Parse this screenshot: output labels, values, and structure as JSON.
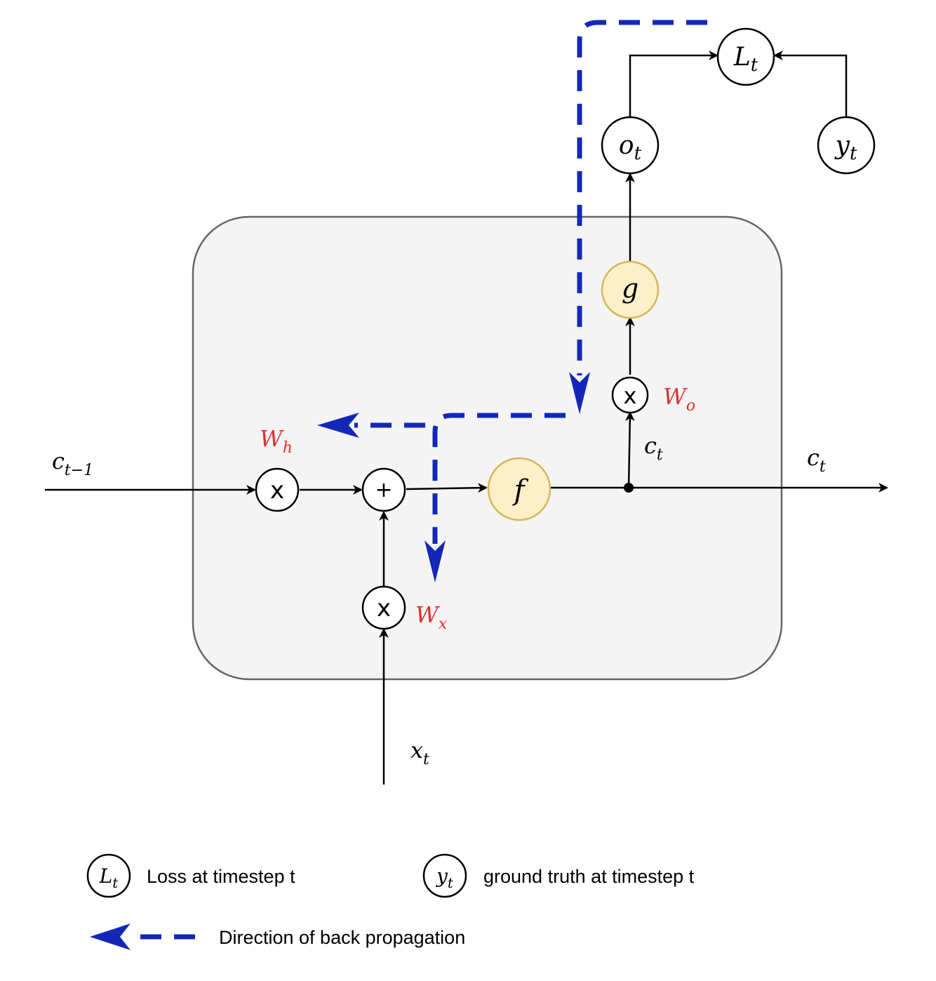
{
  "diagram": {
    "nodes": {
      "loss": {
        "base": "L",
        "sub": "t"
      },
      "output": {
        "base": "o",
        "sub": "t"
      },
      "truth": {
        "base": "y",
        "sub": "t"
      },
      "g": {
        "label": "g"
      },
      "f": {
        "label": "f"
      },
      "mult_h": {
        "label": "x"
      },
      "add": {
        "label": "+"
      },
      "mult_x": {
        "label": "x"
      },
      "mult_o": {
        "label": "x"
      }
    },
    "labels": {
      "c_prev": {
        "base": "c",
        "sub": "t−1"
      },
      "c_t_out": {
        "base": "c",
        "sub": "t"
      },
      "c_t_branch": {
        "base": "c",
        "sub": "t"
      },
      "x_t": {
        "base": "x",
        "sub": "t"
      },
      "W_h": {
        "base": "W",
        "sub": "h"
      },
      "W_x": {
        "base": "W",
        "sub": "x"
      },
      "W_o": {
        "base": "W",
        "sub": "o"
      }
    },
    "colors": {
      "weight_label": "#e03030",
      "backprop": "#1327b8",
      "activation_fill": "#fdf0c8",
      "activation_stroke": "#d6b656",
      "cell_fill": "#f4f4f4",
      "cell_stroke": "#666666"
    }
  },
  "legend": {
    "loss_symbol": {
      "base": "L",
      "sub": "t"
    },
    "loss_text": "Loss at timestep t",
    "truth_symbol": {
      "base": "y",
      "sub": "t"
    },
    "truth_text": "ground truth at timestep t",
    "backprop_text": "Direction of back propagation"
  }
}
